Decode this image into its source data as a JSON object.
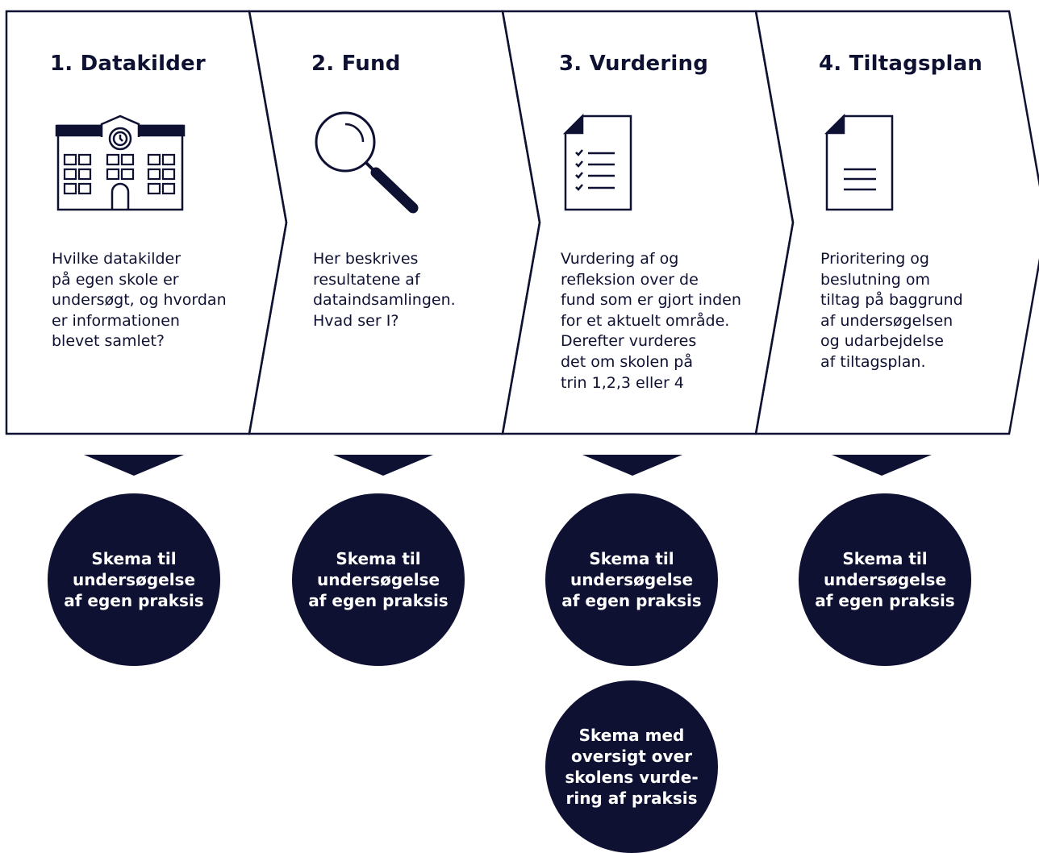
{
  "steps": [
    {
      "title": "1. Datakilder",
      "icon": "school-building-icon",
      "text": "Hvilke datakilder\npå egen skole er\nundersøgt, og hvordan\ner informationen\nblevet samlet?"
    },
    {
      "title": "2. Fund",
      "icon": "magnifying-glass-icon",
      "text": "Her beskrives\nresultatene af\ndataindsamlingen.\nHvad ser I?"
    },
    {
      "title": "3. Vurdering",
      "icon": "checklist-document-icon",
      "text": "Vurdering af og\nrefleksion over de\nfund som er gjort inden\nfor et aktuelt område.\nDerefter vurderes\ndet om skolen på\ntrin 1,2,3 eller 4"
    },
    {
      "title": "4. Tiltagsplan",
      "icon": "document-icon",
      "text": "Prioritering og\nbeslutning om\ntiltag på baggrund\naf undersøgelsen\nog udarbejdelse\naf tiltagsplan."
    }
  ],
  "circles": [
    "Skema til\nundersøgelse\naf egen praksis",
    "Skema til\nundersøgelse\naf egen praksis",
    "Skema til\nundersøgelse\naf egen praksis",
    "Skema til\nundersøgelse\naf egen praksis",
    "Skema med\noversigt over\nskolens vurde-\nring af praksis"
  ],
  "colors": {
    "navy": "#0f1133",
    "background": "#ffffff"
  }
}
